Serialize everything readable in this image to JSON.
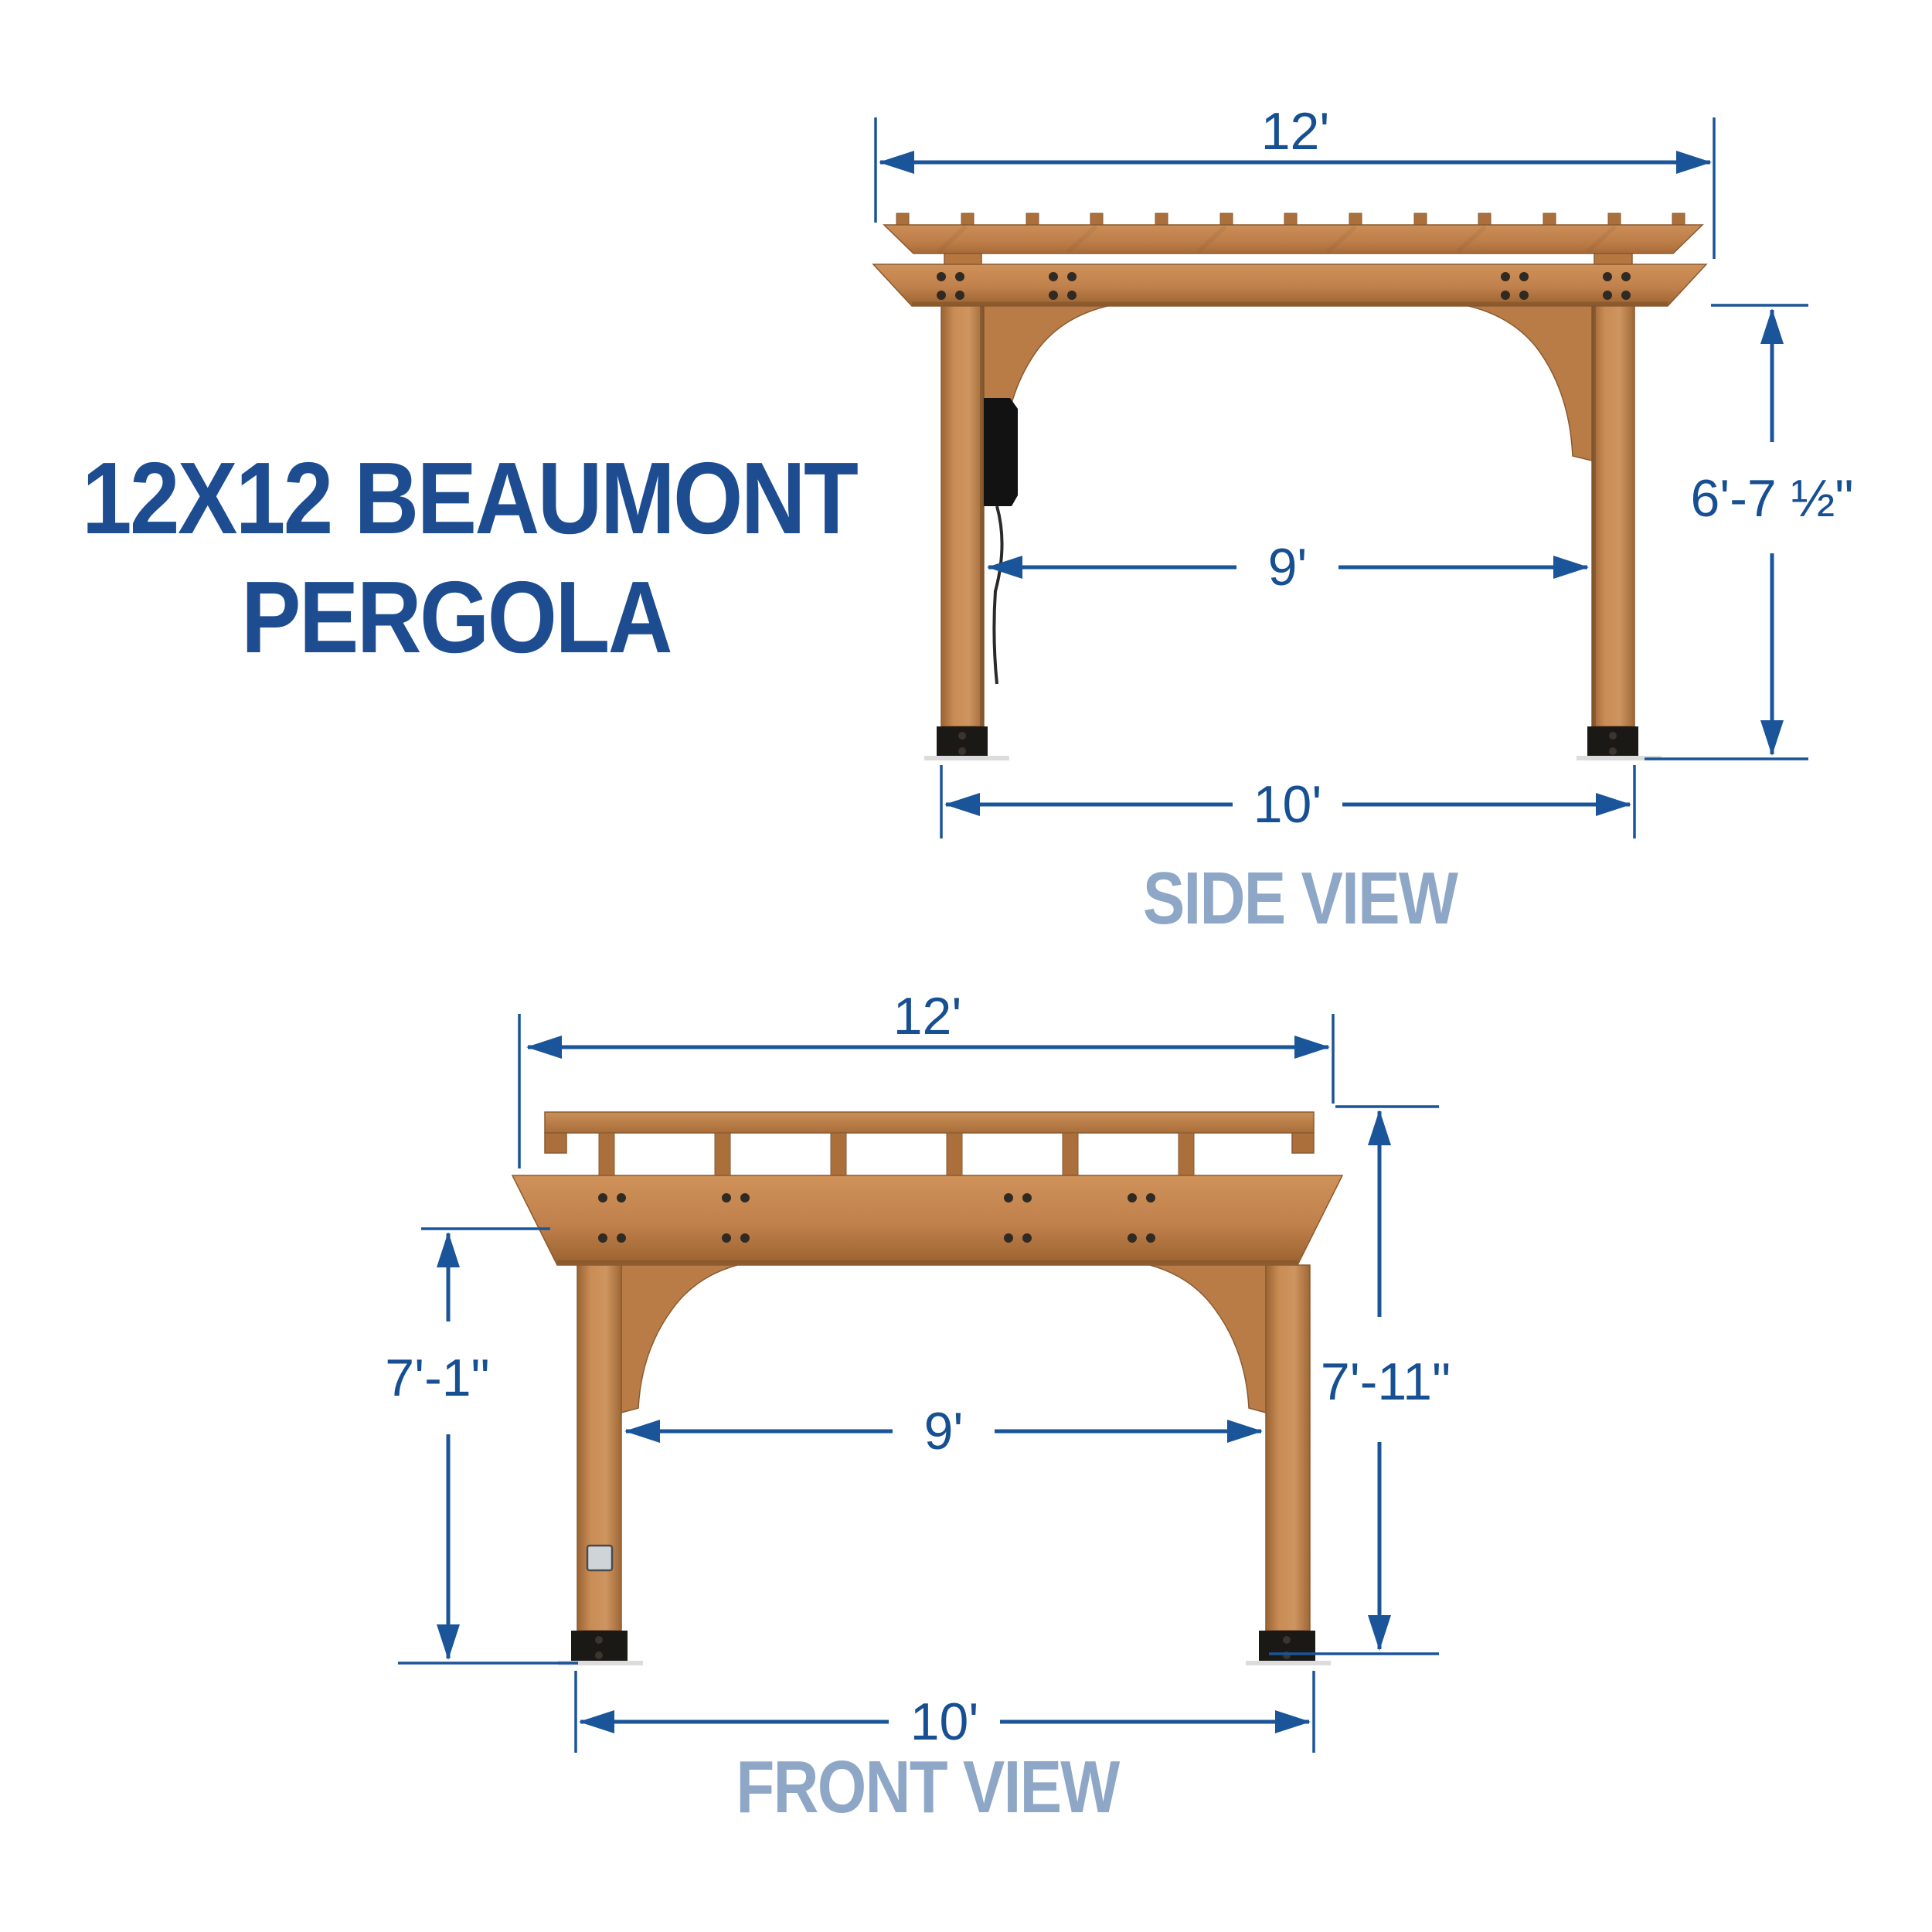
{
  "title": {
    "line1": "12X12 BEAUMONT",
    "line2": "PERGOLA"
  },
  "side_view": {
    "label": "SIDE VIEW",
    "dim_top_width": "12'",
    "dim_interior_width": "9'",
    "dim_post_spacing": "10'",
    "dim_height_to_beam": "6'-7 ½\""
  },
  "front_view": {
    "label": "FRONT VIEW",
    "dim_top_width": "12'",
    "dim_interior_width": "9'",
    "dim_post_spacing": "10'",
    "dim_height_left": "7'-1\"",
    "dim_height_right": "7'-11\""
  },
  "colors": {
    "dimension_blue": "#1a5499",
    "dimension_text_blue": "#164f92",
    "title_blue": "#1d4d90",
    "view_label_blue": "#8ea7c7",
    "wood_light": "#ce9157",
    "wood_mid": "#c0804c",
    "wood_dark": "#9a6233",
    "hardware_black": "#1b1916"
  }
}
